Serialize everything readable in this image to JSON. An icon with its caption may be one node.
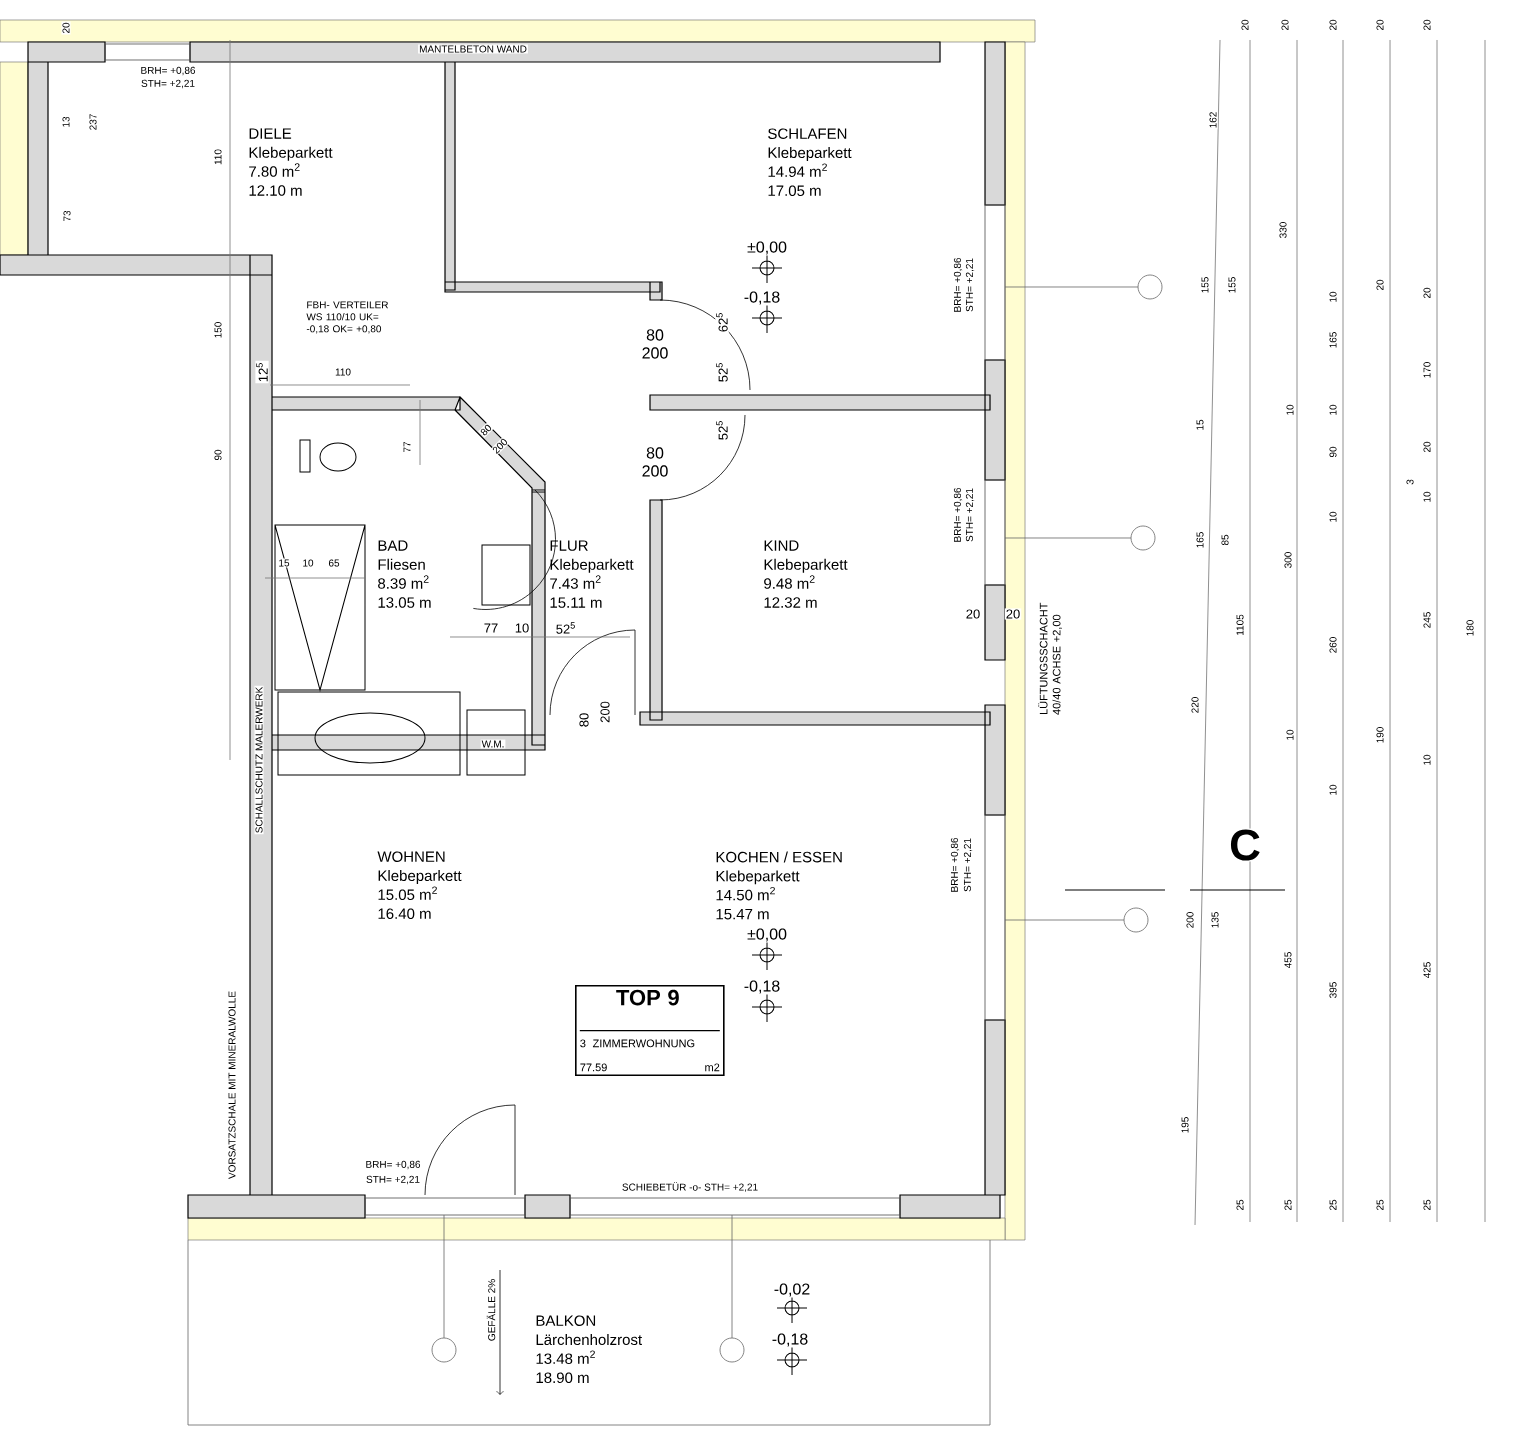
{
  "diagram": {
    "nodes": [
      {
        "text": [
          "DIELE",
          "Klebeparkett",
          "7.80 m$^{2}$",
          "12.10 m"
        ]
      },
      {
        "text": [
          "SCHLAFEN",
          "Klebeparkett",
          "14.94 m$^{2}$",
          "17.05 m"
        ]
      },
      {
        "text": [
          "BAD",
          "Fliesen",
          "8.39 m$^{2}$",
          "13.05 m"
        ]
      },
      {
        "text": [
          "FLUR",
          "Klebeparkett",
          "7.43 m$^{2}$",
          "15.11 m"
        ]
      },
      {
        "text": [
          "KIND",
          "Klebeparkett",
          "9.48 m$^{2}$",
          "12.32 m"
        ]
      },
      {
        "text": [
          "WOHNEN",
          "Klebeparkett",
          "15.05 m$^{2}$",
          "16.40 m"
        ]
      },
      {
        "text": [
          "KOCHEN / ESSEN",
          "Klebeparkett",
          "14.50 m$^{2}$",
          "15.47 m"
        ]
      },
      {
        "text": [
          "TOP 9",
          "3 ZIMMERWOHNUNG",
          "77.59",
          "m2"
        ]
      },
      {
        "text": [
          "BALKON",
          "Lärchenholzrost",
          "13.48 m$^{2}$",
          "18.90 m"
        ]
      }
    ],
    "labels": [
      "MANTELBETON WAND",
      "BRH= +0,86",
      "STH= +2,21",
      "20",
      "13",
      "237",
      "73",
      "110",
      "150",
      "FBH- VERTEILER WS 110/10 UK= -0,18 OK= +0,80",
      "12$^{5}$",
      "110",
      "90",
      "77",
      "80",
      "200",
      "80",
      "200",
      "62$^{5}$",
      "52$^{5}$",
      "52$^{5}$",
      "80",
      "200",
      "±0,00",
      "-0,18",
      "BRH= +0,86",
      "STH= +2,21",
      "BRH= +0,86",
      "STH= +2,21",
      "15",
      "10",
      "65",
      "77",
      "10",
      "52$^{5}$",
      "80",
      "200",
      "20",
      "20",
      "LÜFTUNGSSCHACHT 40/40 ACHSE +2,00",
      "W.M.",
      "SCHALLSCHUTZ MALERWERK",
      "BRH= +0,86",
      "STH= +2,21",
      "±0,00",
      "-0,18",
      "VORSATZSCHALE MIT MINERALWOLLE",
      "BRH= +0,86",
      "STH= +2,21",
      "SCHIEBETÜR -o- STH= +2,21",
      "GEFÄLLE 2%",
      "-0,02",
      "-0,18",
      "C",
      "162",
      "155",
      "15",
      "165",
      "220",
      "200",
      "195",
      "20",
      "155",
      "85",
      "1105",
      "135",
      "25",
      "20",
      "330",
      "10",
      "300",
      "10",
      "455",
      "25",
      "20",
      "10",
      "165",
      "10",
      "90",
      "10",
      "260",
      "10",
      "395",
      "25",
      "20",
      "20",
      "190",
      "25",
      "20",
      "20",
      "170",
      "20",
      "3",
      "10",
      "245",
      "10",
      "425",
      "25",
      "180"
    ]
  }
}
